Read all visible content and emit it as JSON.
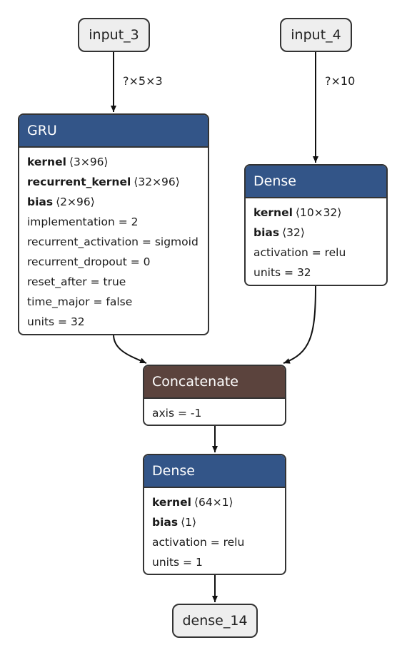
{
  "inputs": [
    {
      "name": "input_3",
      "shape": "?×5×3"
    },
    {
      "name": "input_4",
      "shape": "?×10"
    }
  ],
  "gru": {
    "title": "GRU",
    "weights": [
      {
        "name": "kernel",
        "dims": "⟨3×96⟩"
      },
      {
        "name": "recurrent_kernel",
        "dims": "⟨32×96⟩"
      },
      {
        "name": "bias",
        "dims": "⟨2×96⟩"
      }
    ],
    "attrs": [
      "implementation = 2",
      "recurrent_activation = sigmoid",
      "recurrent_dropout = 0",
      "reset_after = true",
      "time_major = false",
      "units = 32"
    ]
  },
  "dense_a": {
    "title": "Dense",
    "weights": [
      {
        "name": "kernel",
        "dims": "⟨10×32⟩"
      },
      {
        "name": "bias",
        "dims": "⟨32⟩"
      }
    ],
    "attrs": [
      "activation = relu",
      "units = 32"
    ]
  },
  "concat": {
    "title": "Concatenate",
    "attrs": [
      "axis = -1"
    ]
  },
  "dense_b": {
    "title": "Dense",
    "weights": [
      {
        "name": "kernel",
        "dims": "⟨64×1⟩"
      },
      {
        "name": "bias",
        "dims": "⟨1⟩"
      }
    ],
    "attrs": [
      "activation = relu",
      "units = 1"
    ]
  },
  "output": {
    "name": "dense_14"
  },
  "colors": {
    "layer_header": "#335588",
    "concat_header": "#5b433d",
    "io_fill": "#eeeeee",
    "stroke": "#333333"
  }
}
